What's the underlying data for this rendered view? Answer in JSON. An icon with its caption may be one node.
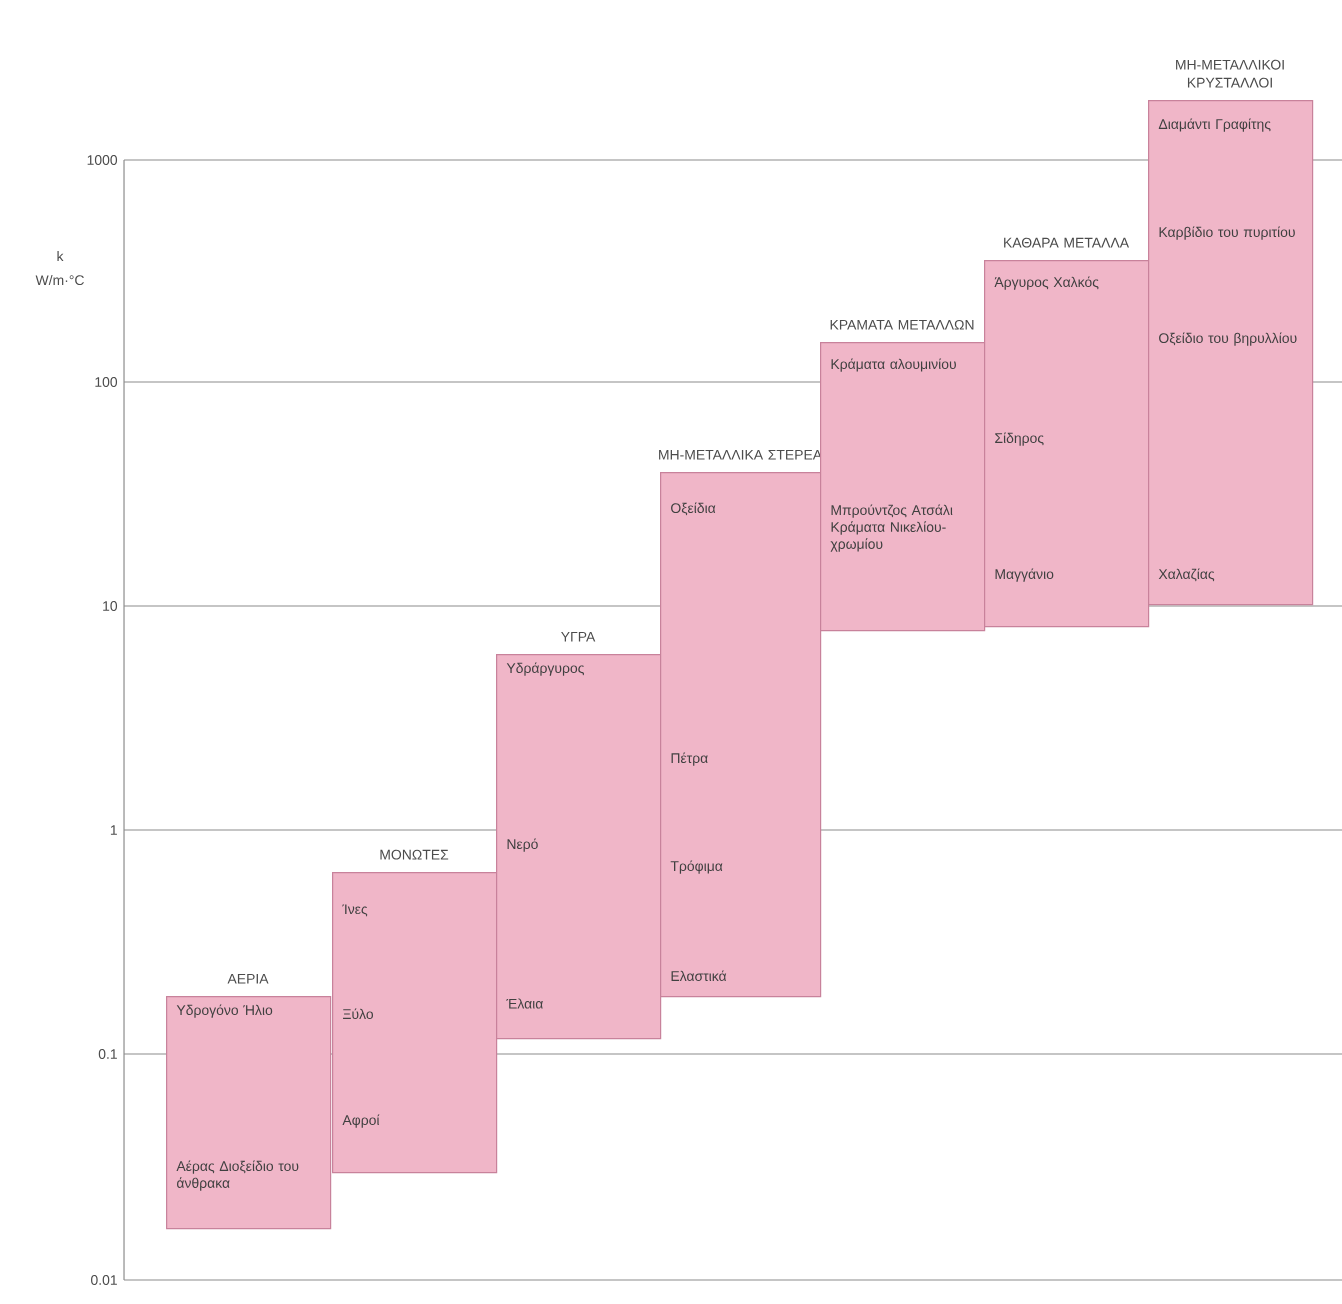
{
  "diagram": {
    "nodes": [
      {
        "text": [
          "ΑΕΡΙΑ",
          "Υδρογόνο Ήλιο",
          "Αέρας Διοξείδιο του άνθρακα"
        ]
      },
      {
        "text": [
          "ΜΟΝΩΤΕΣ",
          "Ίνες",
          "Ξύλο",
          "Αφροί"
        ]
      },
      {
        "text": [
          "ΥΓΡΑ",
          "Υδράργυρος",
          "Νερό",
          "Έλαια"
        ]
      },
      {
        "text": [
          "ΜΗ-ΜΕΤΑΛΛΙΚΑ ΣΤΕΡΕΑ",
          "Οξείδια",
          "Πέτρα",
          "Τρόφιμα",
          "Ελαστικά"
        ]
      },
      {
        "text": [
          "ΚΡΑΜΑΤΑ ΜΕΤΑΛΛΩΝ",
          "Κράματα αλουμινίου",
          "Μπρούντζος Ατσάλι Κράματα Νικελίου-χρωμίου"
        ]
      },
      {
        "text": [
          "ΚΑΘΑΡΑ ΜΕΤΑΛΛΑ",
          "Άργυρος Χαλκός",
          "Σίδηρος",
          "Μαγγάνιο"
        ]
      },
      {
        "text": [
          "ΜΗ-ΜΕΤΑΛΛΙΚΟΙ ΚΡΥΣΤΑΛΛΟΙ",
          "Διαμάντι Γραφίτης",
          "Καρβίδιο του πυριτίου",
          "Οξείδιο του βηρυλλίου",
          "Χαλαζίας"
        ]
      }
    ],
    "labels": [
      "k",
      "W/m·°C",
      "1000",
      "100",
      "10",
      "1",
      "0.1",
      "0.01"
    ]
  }
}
